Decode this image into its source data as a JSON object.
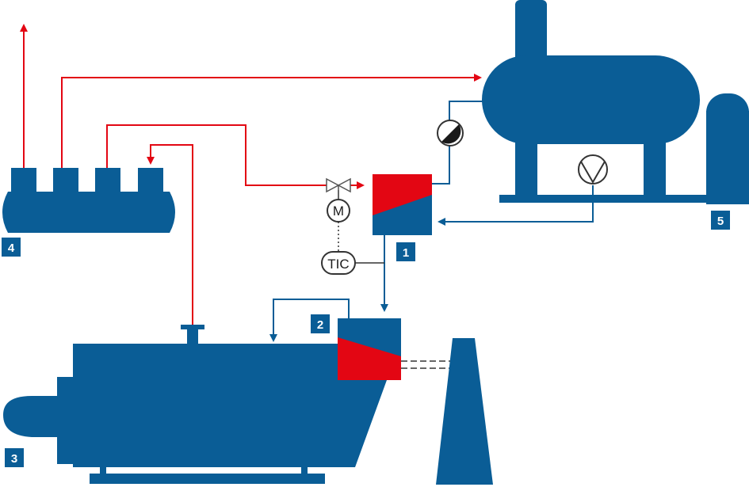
{
  "labels": {
    "heat_exchanger": "1",
    "economizer": "2",
    "boiler": "3",
    "manifold": "4",
    "feedwater_tank": "5"
  },
  "instruments": {
    "controller": "TIC",
    "motor": "M"
  },
  "colors": {
    "equipment_blue": "#0a5d96",
    "hot_red": "#e30613",
    "outline": "#333333"
  }
}
